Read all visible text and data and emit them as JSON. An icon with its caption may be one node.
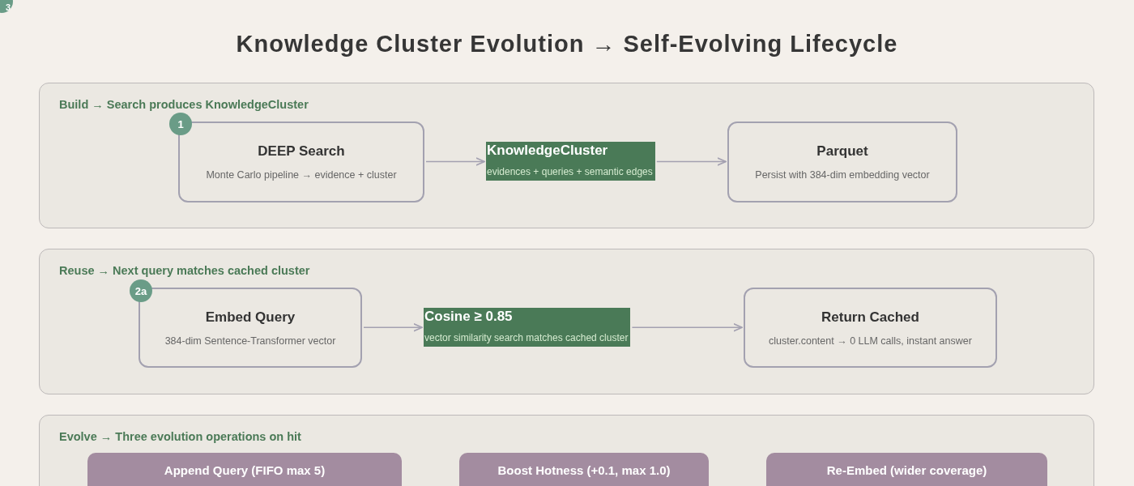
{
  "diagram": {
    "title": "Knowledge Cluster Evolution → Self-Evolving Lifecycle",
    "nodes": [
      {
        "text": [
          "Build → Search produces KnowledgeCluster"
        ]
      },
      {
        "text": [
          "DEEP Search",
          "Monte Carlo pipeline → evidence + cluster"
        ],
        "in": 0
      },
      {
        "text": [
          "KnowledgeCluster",
          "evidences + queries + semantic edges"
        ],
        "in": 0
      },
      {
        "text": [
          "Parquet",
          "Persist with 384-dim embedding vector"
        ],
        "in": 0
      },
      {
        "text": [
          "Reuse → Next query matches cached cluster"
        ]
      },
      {
        "text": [
          "Embed Query",
          "384-dim Sentence-Transformer vector"
        ],
        "in": 4
      },
      {
        "text": [
          "Cosine ≥ 0.85",
          "vector similarity search matches cached cluster"
        ],
        "in": 4
      },
      {
        "text": [
          "Return Cached",
          "cluster.content → 0 LLM calls, instant answer"
        ],
        "in": 4
      },
      {
        "text": [
          "Evolve → Three evolution operations on hit"
        ]
      },
      {
        "text": [
          "Append Query (FIFO max 5)"
        ],
        "in": 8
      },
      {
        "text": [
          "Boost Hotness (+0.1, max 1.0)"
        ],
        "in": 8
      },
      {
        "text": [
          "Re-Embed (wider coverage)"
        ],
        "in": 8
      }
    ],
    "edges": [
      {
        "from": 1,
        "to": 2,
        "arrow": "to"
      },
      {
        "from": 2,
        "to": 3,
        "arrow": "to"
      },
      {
        "from": 5,
        "to": 6,
        "arrow": "to"
      },
      {
        "from": 6,
        "to": 7,
        "arrow": "to"
      }
    ],
    "labels": [
      "3",
      "1",
      "2a"
    ]
  }
}
